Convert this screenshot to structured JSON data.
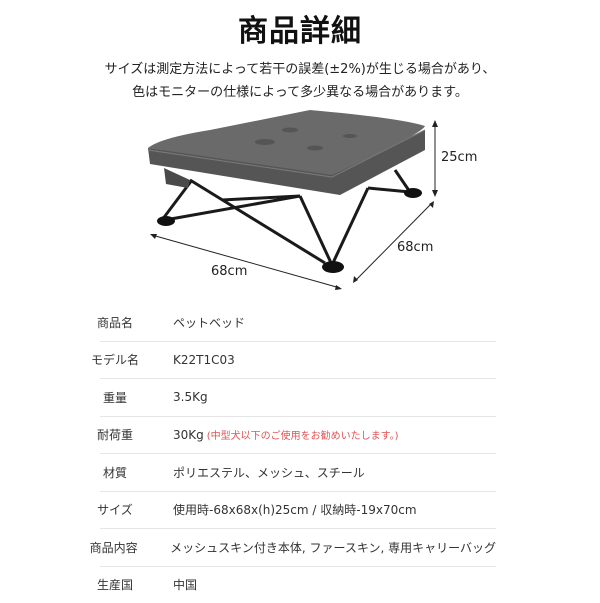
{
  "header": {
    "title": "商品詳細",
    "notes": [
      "サイズは測定方法によって若干の誤差(±2%)が生じる場合があり、",
      "色はモニターの仕様によって多少異なる場合があります。"
    ]
  },
  "figure": {
    "subject": "folding elevated pet bed with gray fleece cushion",
    "dimensions": {
      "height": "25cm",
      "depth": "68cm",
      "width": "68cm"
    }
  },
  "colors": {
    "accent_red": "#e05555",
    "divider": "#e6e6e6",
    "cushion": "#5c5c5c",
    "frame": "#1a1a1a"
  },
  "specs": [
    {
      "label": "商品名",
      "value": "ペットベッド"
    },
    {
      "label": "モデル名",
      "value": "K22T1C03"
    },
    {
      "label": "重量",
      "value": "3.5Kg"
    },
    {
      "label": "耐荷重",
      "value": "30Kg",
      "note": "(中型犬以下のご使用をお勧めいたします。)"
    },
    {
      "label": "材質",
      "value": "ポリエステル、メッシュ、スチール"
    },
    {
      "label": "サイズ",
      "value": "使用時-68x68x(h)25cm / 収納時-19x70cm"
    },
    {
      "label": "商品内容",
      "value": "メッシュスキン付き本体, ファースキン, 専用キャリーバッグ"
    },
    {
      "label": "生産国",
      "value": "中国"
    }
  ]
}
